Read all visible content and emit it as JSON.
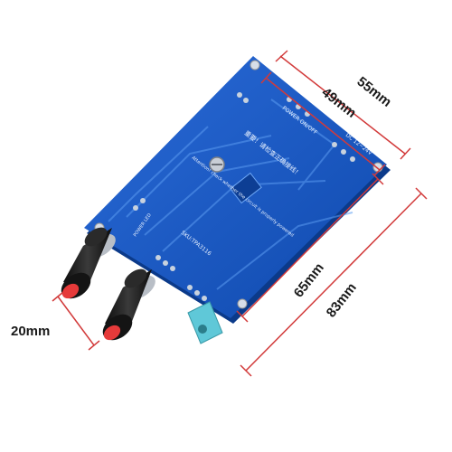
{
  "dimensions": {
    "outer_width": "55mm",
    "inner_width": "49mm",
    "inner_length": "65mm",
    "outer_length": "83mm",
    "knob_height": "20mm"
  },
  "board": {
    "power_label": "POWER ON/OFF",
    "dc_label": "DC 12~24V",
    "led_label": "POWER LED",
    "model_label": "SKU:TPA3116",
    "warning_cn": "重要！请检查正确接线！",
    "warning_en": "Attention! check whether the circuit is properly powered"
  },
  "colors": {
    "pcb": "#1a5ac8",
    "pcb_dark": "#0f3f99",
    "dimension_line": "#d23a3a",
    "knob_body": "#1b1b1b",
    "knob_tip": "#e63a3a",
    "jack": "#5fc8d8"
  }
}
